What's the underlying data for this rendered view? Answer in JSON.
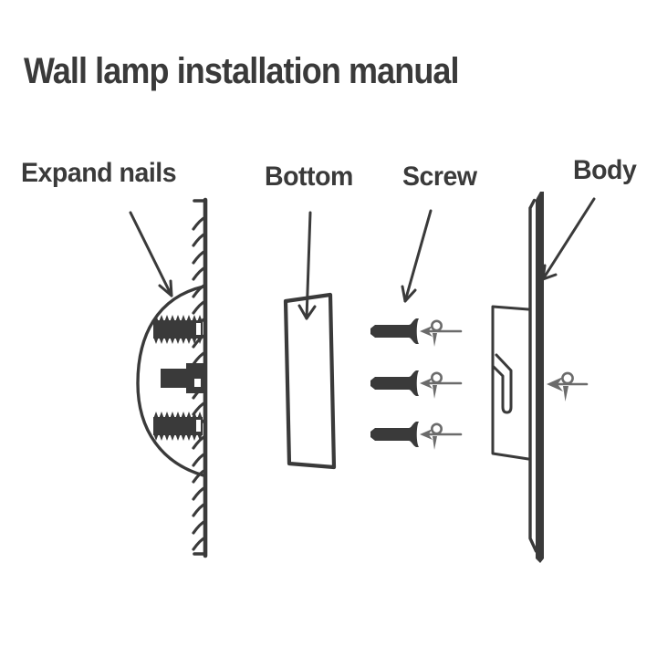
{
  "title": "Wall lamp installation manual",
  "labels": {
    "expand_nails": "Expand nails",
    "bottom": "Bottom",
    "screw": "Screw",
    "body": "Body"
  },
  "colors": {
    "ink": "#3a3a3a",
    "light_ink": "#6b6b6b",
    "background": "#ffffff"
  }
}
